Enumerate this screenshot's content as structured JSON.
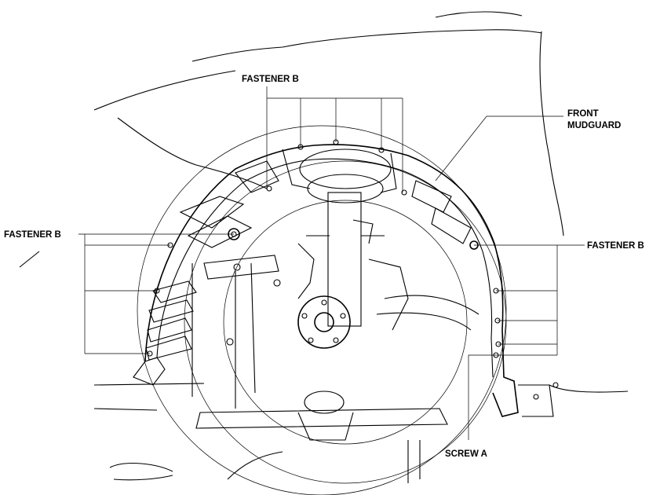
{
  "callouts": {
    "fastener_top": "FASTENER B",
    "front_mudguard_line1": "FRONT",
    "front_mudguard_line2": "MUDGUARD",
    "fastener_left": "FASTENER B",
    "fastener_right": "FASTENER B",
    "screw": "SCREW A"
  }
}
